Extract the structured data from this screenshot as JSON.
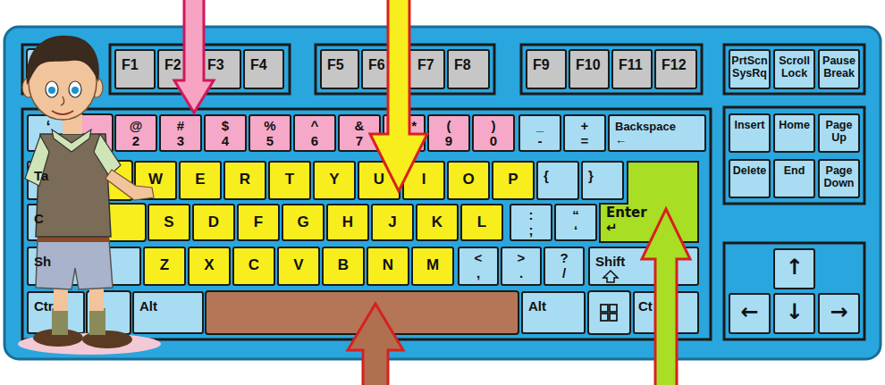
{
  "diagram": {
    "nodes": [
      {
        "text": [
          "F1"
        ]
      },
      {
        "text": [
          "F2"
        ]
      },
      {
        "text": [
          "F3"
        ]
      },
      {
        "text": [
          "F4"
        ]
      },
      {
        "text": [
          "F5"
        ]
      },
      {
        "text": [
          "F6"
        ]
      },
      {
        "text": [
          "F7"
        ]
      },
      {
        "text": [
          "F8"
        ]
      },
      {
        "text": [
          "F9"
        ]
      },
      {
        "text": [
          "F10"
        ]
      },
      {
        "text": [
          "F11"
        ]
      },
      {
        "text": [
          "F12"
        ]
      },
      {
        "text": [
          "PrtScn SysRq"
        ]
      },
      {
        "text": [
          "Scroll Lock"
        ]
      },
      {
        "text": [
          "Pause Break"
        ]
      },
      {
        "text": [
          "‘"
        ]
      },
      {
        "text": [
          "@",
          "2"
        ]
      },
      {
        "text": [
          "#",
          "3"
        ]
      },
      {
        "text": [
          "$",
          "4"
        ]
      },
      {
        "text": [
          "%",
          "5"
        ]
      },
      {
        "text": [
          "^",
          "6"
        ]
      },
      {
        "text": [
          "&",
          "7"
        ]
      },
      {
        "text": [
          "*"
        ]
      },
      {
        "text": [
          "(",
          "9"
        ]
      },
      {
        "text": [
          ")",
          "0"
        ]
      },
      {
        "text": [
          "_",
          "-"
        ]
      },
      {
        "text": [
          "+",
          "="
        ]
      },
      {
        "text": [
          "Backspace",
          "←"
        ]
      },
      {
        "text": [
          "Insert"
        ]
      },
      {
        "text": [
          "Home"
        ]
      },
      {
        "text": [
          "Page Up"
        ]
      },
      {
        "text": [
          "Ta"
        ]
      },
      {
        "text": [
          "W"
        ]
      },
      {
        "text": [
          "E"
        ]
      },
      {
        "text": [
          "R"
        ]
      },
      {
        "text": [
          "T"
        ]
      },
      {
        "text": [
          "Y"
        ]
      },
      {
        "text": [
          "U"
        ]
      },
      {
        "text": [
          "I"
        ]
      },
      {
        "text": [
          "O"
        ]
      },
      {
        "text": [
          "P"
        ]
      },
      {
        "text": [
          "{"
        ]
      },
      {
        "text": [
          "}"
        ]
      },
      {
        "text": [
          "Enter",
          "↵"
        ]
      },
      {
        "text": [
          "Delete"
        ]
      },
      {
        "text": [
          "End"
        ]
      },
      {
        "text": [
          "Page Down"
        ]
      },
      {
        "text": [
          "C"
        ]
      },
      {
        "text": [
          "S"
        ]
      },
      {
        "text": [
          "D"
        ]
      },
      {
        "text": [
          "F"
        ]
      },
      {
        "text": [
          "G"
        ]
      },
      {
        "text": [
          "H"
        ]
      },
      {
        "text": [
          "J"
        ]
      },
      {
        "text": [
          "K"
        ]
      },
      {
        "text": [
          "L"
        ]
      },
      {
        "text": [
          ":",
          ";"
        ]
      },
      {
        "text": [
          "“",
          "‘"
        ]
      },
      {
        "text": [
          "Sh"
        ]
      },
      {
        "text": [
          "Z"
        ]
      },
      {
        "text": [
          "X"
        ]
      },
      {
        "text": [
          "C"
        ]
      },
      {
        "text": [
          "V"
        ]
      },
      {
        "text": [
          "B"
        ]
      },
      {
        "text": [
          "N"
        ]
      },
      {
        "text": [
          "M"
        ]
      },
      {
        "text": [
          "<",
          ","
        ]
      },
      {
        "text": [
          ">",
          "."
        ]
      },
      {
        "text": [
          "?",
          "/"
        ]
      },
      {
        "text": [
          "Shift"
        ]
      },
      {
        "text": [
          "↑"
        ]
      },
      {
        "text": [
          "Ctr"
        ]
      },
      {
        "text": [
          "Alt"
        ]
      },
      {
        "text": [
          "Alt"
        ]
      },
      {
        "text": [
          "Ct"
        ]
      },
      {
        "text": [
          "←"
        ]
      },
      {
        "text": [
          "↓"
        ]
      },
      {
        "text": [
          "→"
        ]
      }
    ]
  }
}
